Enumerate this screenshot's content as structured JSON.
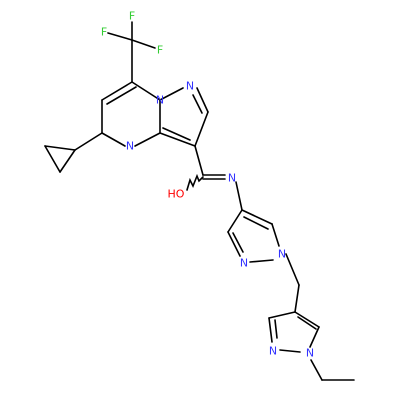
{
  "atoms": [
    {
      "id": "F1",
      "label": "F",
      "color": "#33CC33"
    },
    {
      "id": "F2",
      "label": "F",
      "color": "#33CC33"
    },
    {
      "id": "F3",
      "label": "F",
      "color": "#33CC33"
    },
    {
      "id": "N1",
      "label": "N",
      "color": "#3333FF"
    },
    {
      "id": "N2",
      "label": "N",
      "color": "#3333FF"
    },
    {
      "id": "N3",
      "label": "N",
      "color": "#3333FF"
    },
    {
      "id": "N4",
      "label": "N",
      "color": "#3333FF"
    },
    {
      "id": "O1",
      "label": "HO",
      "color": "#FF0000"
    },
    {
      "id": "N5",
      "label": "N",
      "color": "#3333FF"
    },
    {
      "id": "N6",
      "label": "N",
      "color": "#3333FF"
    },
    {
      "id": "N7",
      "label": "N",
      "color": "#3333FF"
    },
    {
      "id": "N8",
      "label": "N",
      "color": "#3333FF"
    }
  ]
}
